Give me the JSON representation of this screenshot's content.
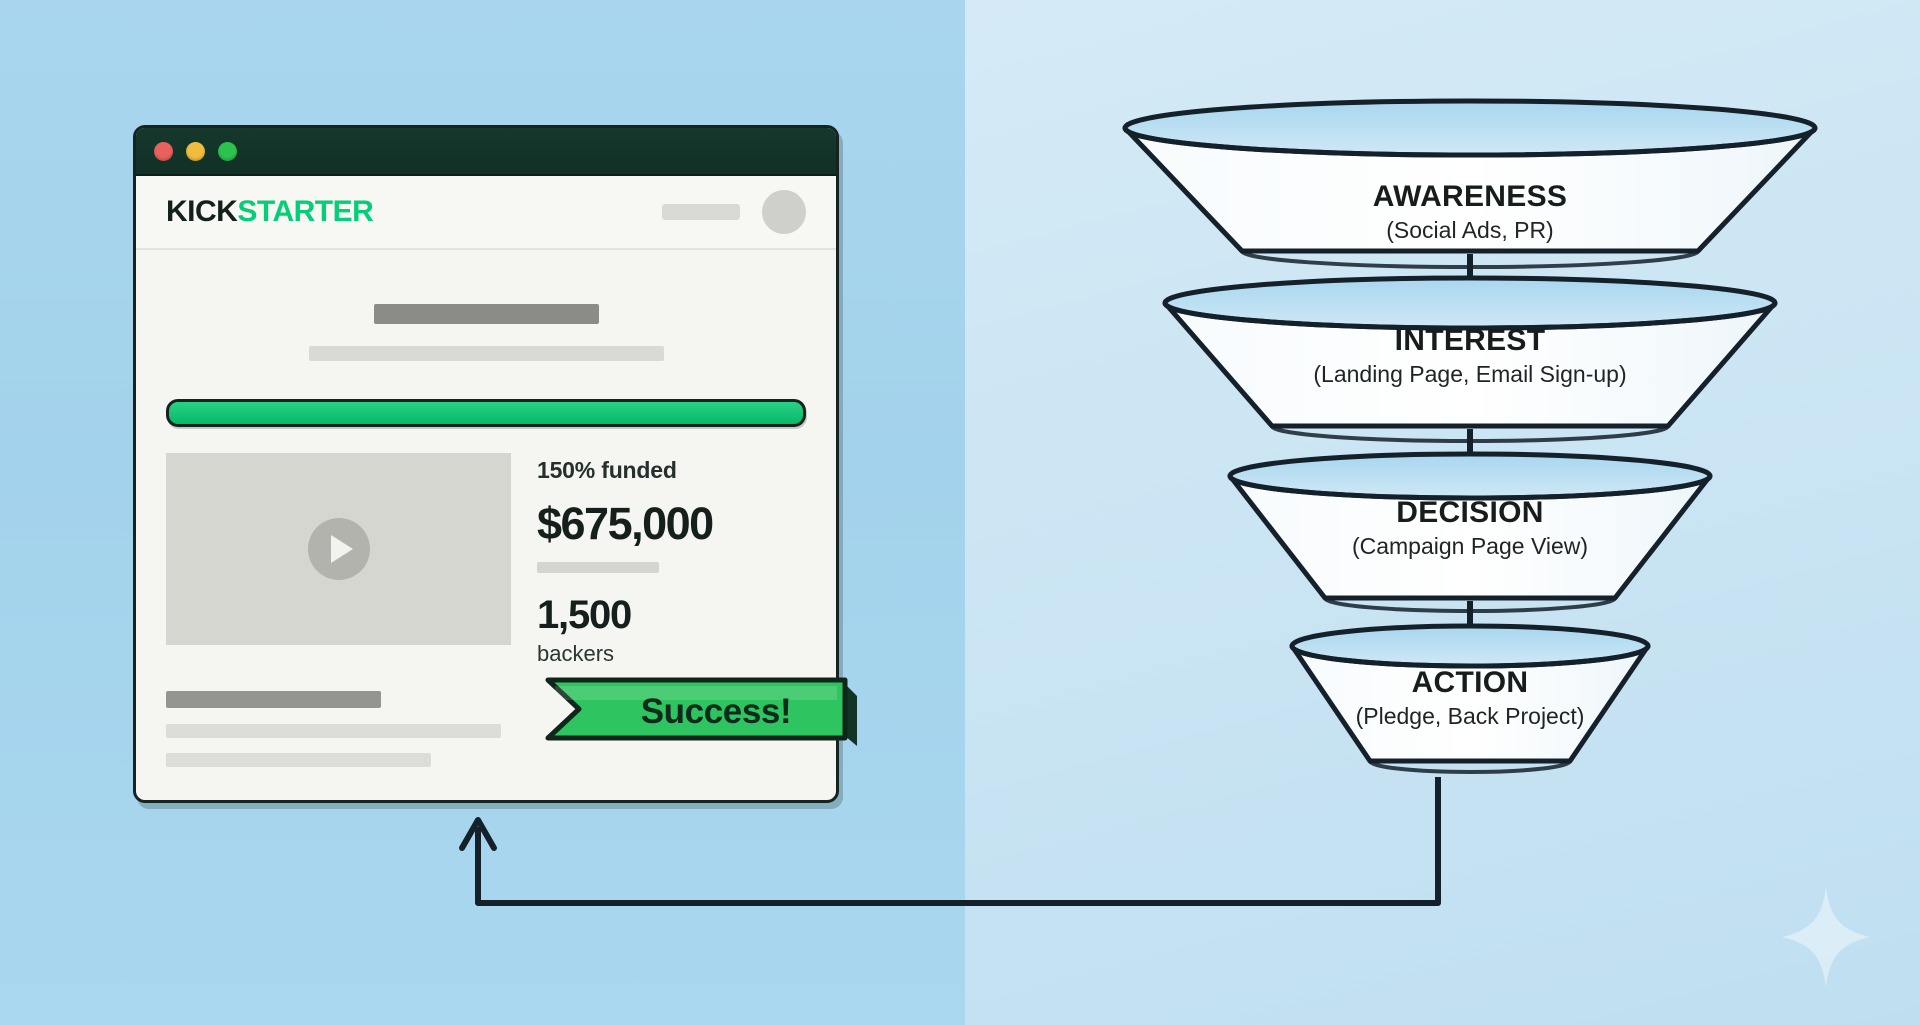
{
  "background": {
    "left_color": "#a6d4ec",
    "right_color": "#cde7f4",
    "sparkle_icon": "sparkle-icon"
  },
  "browser": {
    "window_controls": [
      {
        "name": "close",
        "color": "#e8615c"
      },
      {
        "name": "minimize",
        "color": "#f0bd3e"
      },
      {
        "name": "maximize",
        "color": "#2bc24e"
      }
    ],
    "logo": {
      "part_one": "KICK",
      "part_two": "STARTER",
      "accent_color": "#05ce78"
    },
    "nav": {
      "placeholder_bar": "",
      "avatar": "user-avatar"
    },
    "campaign": {
      "title_placeholder": "",
      "subtitle_placeholder": "",
      "progress_percent": 100,
      "progress_color": "#05ce78",
      "video": {
        "play_icon": "play-icon"
      },
      "funded_percent": "150%",
      "funded_label": "funded",
      "amount_raised": "$675,000",
      "backers_count": "1,500",
      "backers_label": "backers"
    },
    "ribbon": {
      "label": "Success!",
      "color": "#2ec45f"
    }
  },
  "funnel": {
    "stages": [
      {
        "title": "AWARENESS",
        "subtitle": "(Social Ads, PR)"
      },
      {
        "title": "INTEREST",
        "subtitle": "(Landing Page, Email Sign-up)"
      },
      {
        "title": "DECISION",
        "subtitle": "(Campaign Page View)"
      },
      {
        "title": "ACTION",
        "subtitle": "(Pledge, Back Project)"
      }
    ],
    "connector_icon": "down-arrow-icon",
    "feedback_loop_icon": "feedback-loop-arrow-icon"
  }
}
